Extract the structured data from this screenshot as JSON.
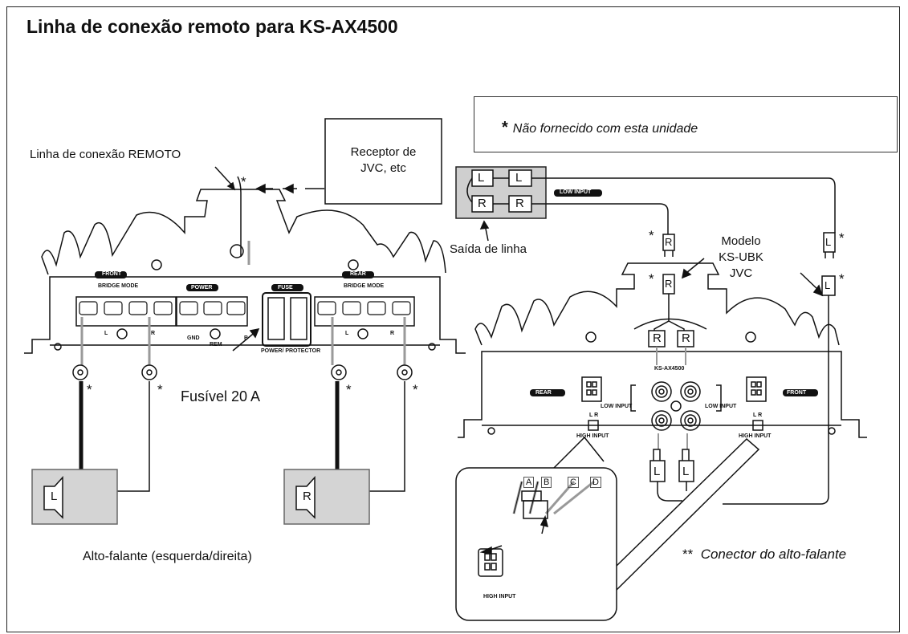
{
  "title": "Linha de conexão remoto para KS-AX4500",
  "note": {
    "star": "*",
    "text": "Não fornecido com esta unidade"
  },
  "labels": {
    "remote_line": "Linha de conexão REMOTO",
    "receiver_line1": "Receptor de",
    "receiver_line2": "JVC, etc",
    "line_out": "Saída de linha",
    "model_line1": "Modelo",
    "model_line2": "KS-UBK",
    "model_line3": "JVC",
    "fuse": "Fusível 20 A",
    "speakers": "Alto-falante (esquerda/direita)",
    "connector_star": "**",
    "connector": "Conector do alto-falante",
    "star": "*"
  },
  "panel_left": {
    "front": "FRONT",
    "bridge": "BRIDGE MODE",
    "power": "POWER",
    "fuse": "FUSE",
    "rear": "REAR",
    "gnd": "GND",
    "rem": "REM",
    "b": "B",
    "protector": "POWER/ PROTECTOR",
    "l": "L",
    "r": "R"
  },
  "panel_right": {
    "rear": "REAR",
    "front": "FRONT",
    "model": "KS-AX4500",
    "low_input": "LOW INPUT",
    "high_input": "HIGH INPUT",
    "lr": "L R"
  },
  "plugs": {
    "L": "L",
    "R": "R"
  },
  "wires": [
    "A",
    "B",
    "C",
    "D"
  ],
  "low_input_tag": "LOW INPUT"
}
